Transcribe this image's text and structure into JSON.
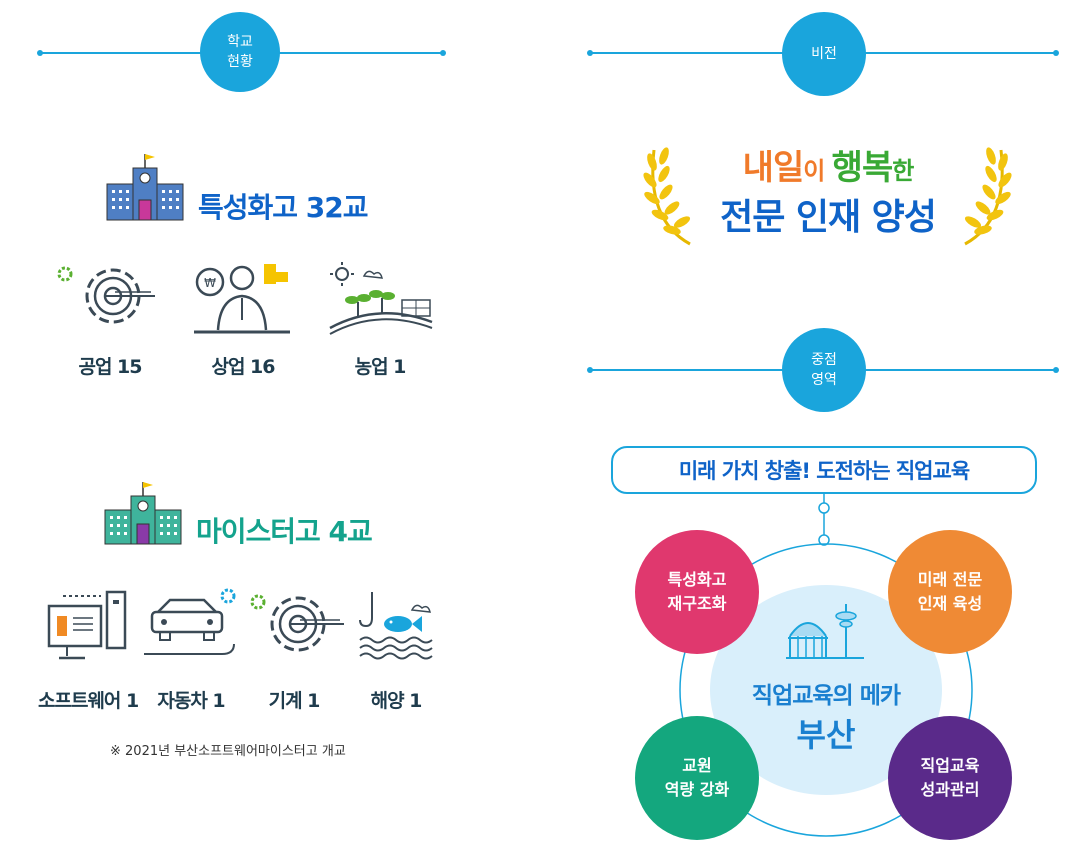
{
  "sections": {
    "status_badge": "학교\n현황",
    "vision_badge": "비전",
    "focus_badge": "중점\n영역"
  },
  "specialized": {
    "title": "특성화고 32교",
    "items": [
      {
        "label": "공업 15",
        "icon": "industry-gear-icon"
      },
      {
        "label": "상업 16",
        "icon": "commerce-person-icon"
      },
      {
        "label": "농업 1",
        "icon": "agriculture-field-icon"
      }
    ]
  },
  "meister": {
    "title": "마이스터고 4교",
    "items": [
      {
        "label": "소프트웨어 1",
        "icon": "software-computer-icon"
      },
      {
        "label": "자동차 1",
        "icon": "car-icon"
      },
      {
        "label": "기계 1",
        "icon": "machine-gear-icon"
      },
      {
        "label": "해양 1",
        "icon": "marine-fish-icon"
      }
    ],
    "note": "※ 2021년 부산소프트웨어마이스터고 개교"
  },
  "vision": {
    "line1_a": "내일",
    "line1_b": "이 ",
    "line1_c": "행복",
    "line1_d": "한",
    "line2": "전문 인재 양성"
  },
  "focus": {
    "banner": "미래 가치 창출! 도전하는 직업교육",
    "center_line1": "직업교육의 메카",
    "center_line2": "부산",
    "areas": [
      {
        "label": "특성화고\n재구조화",
        "color": "#e0386e"
      },
      {
        "label": "미래 전문\n인재 육성",
        "color": "#ef8a35"
      },
      {
        "label": "교원\n역량 강화",
        "color": "#14a77e"
      },
      {
        "label": "직업교육\n성과관리",
        "color": "#5a2a8a"
      }
    ]
  },
  "colors": {
    "accent": "#1aa5dc",
    "blue_title": "#0f63c8",
    "green_title": "#14a38d"
  }
}
